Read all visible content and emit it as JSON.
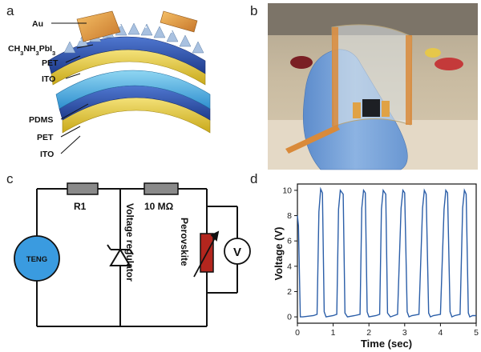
{
  "panels": {
    "a": "a",
    "b": "b",
    "c": "c",
    "d": "d"
  },
  "panel_a": {
    "layers_top": [
      "Au",
      "CH3NH3PbI3",
      "PET",
      "ITO"
    ],
    "layers_bottom": [
      "PDMS",
      "PET",
      "ITO"
    ],
    "colors": {
      "ito": "#e6cf3a",
      "pet": "#2f4fa8",
      "pdms": "#3aa0d8",
      "au": "#e39a3a",
      "perovskite": "#9fb8d8"
    }
  },
  "panel_b": {
    "description_icon": "flexible-device-photo",
    "colors": {
      "glove": "#7aa6d8",
      "tape": "#d98a3a",
      "background": "#c9b59a"
    }
  },
  "panel_c": {
    "teng": "TENG",
    "r1": "R1",
    "r2": "10 MΩ",
    "regulator": "Voltage regulator",
    "perovskite": "Perovskite",
    "meter": "V",
    "colors": {
      "teng": "#3a9be0",
      "resistor": "#8a8a8a",
      "perovskite": "#b3261e"
    }
  },
  "chart_data": {
    "type": "line",
    "xlabel": "Time (sec)",
    "ylabel": "Voltage (V)",
    "xlim": [
      0,
      5
    ],
    "ylim": [
      -0.5,
      10.5
    ],
    "xticks": [
      "0",
      "1",
      "2",
      "3",
      "4",
      "5"
    ],
    "yticks": [
      "0",
      "2",
      "4",
      "6",
      "8",
      "10"
    ],
    "color": "#2b5ea8",
    "series": [
      {
        "x": [
          0,
          0.03,
          0.08,
          0.15,
          0.45,
          0.55,
          0.6,
          0.65,
          0.7,
          0.75,
          0.8,
          1.0,
          1.1,
          1.15,
          1.2,
          1.28,
          1.33,
          1.4,
          1.6,
          1.75,
          1.8,
          1.85,
          1.9,
          1.95,
          2.0,
          2.2,
          2.3,
          2.35,
          2.4,
          2.47,
          2.52,
          2.6,
          2.8,
          2.9,
          2.95,
          3.0,
          3.07,
          3.12,
          3.2,
          3.4,
          3.5,
          3.55,
          3.6,
          3.67,
          3.72,
          3.8,
          4.0,
          4.1,
          4.15,
          4.2,
          4.27,
          4.32,
          4.4,
          4.55,
          4.62,
          4.67,
          4.72,
          4.78,
          4.82,
          4.9,
          5.0
        ],
        "y": [
          8.0,
          7.2,
          0.0,
          0.0,
          0.1,
          0.2,
          8.3,
          10.1,
          9.8,
          0.4,
          0.0,
          0.1,
          0.2,
          8.5,
          10.0,
          9.7,
          0.3,
          0.0,
          0.1,
          0.2,
          8.6,
          10.0,
          9.8,
          0.4,
          0.0,
          0.1,
          0.2,
          8.5,
          10.0,
          9.7,
          0.3,
          0.0,
          0.2,
          8.6,
          10.0,
          9.8,
          0.4,
          0.0,
          0.1,
          0.2,
          8.6,
          10.0,
          9.7,
          0.3,
          0.0,
          0.1,
          0.2,
          8.5,
          10.0,
          9.8,
          0.4,
          0.0,
          0.1,
          0.2,
          8.6,
          10.0,
          9.7,
          0.3,
          0.0,
          0.1,
          0.1
        ]
      }
    ]
  }
}
